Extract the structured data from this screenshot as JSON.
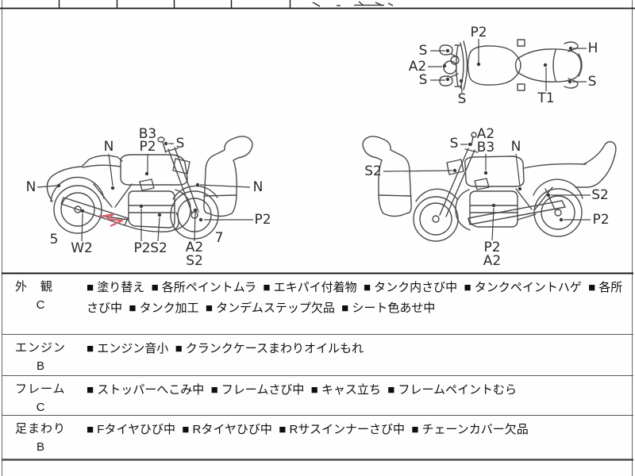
{
  "sheet": {
    "marker_note_color": "#d5606a",
    "line_art_color": "#4a4a4a"
  },
  "diagrams": {
    "top_view": {
      "labels": [
        "P2",
        "S",
        "A2",
        "S",
        "S",
        "H",
        "S",
        "T1"
      ]
    },
    "right_side_view": {
      "labels": [
        "B3",
        "P2",
        "N",
        "S",
        "N",
        "N",
        "5",
        "W2",
        "P2",
        "S2",
        "A2",
        "S2",
        "P2",
        "7"
      ]
    },
    "left_side_view": {
      "labels": [
        "S",
        "A2",
        "B3",
        "N",
        "S2",
        "S2",
        "P2",
        "P2",
        "A2"
      ]
    }
  },
  "inspection_table": {
    "rows": [
      {
        "section": "外　観",
        "grade": "C",
        "defects": [
          "塗り替え",
          "各所ペイントムラ",
          "エキパイ付着物",
          "タンク内さび中",
          "タンクペイントハゲ",
          "各所さび中",
          "タンク加工",
          "タンデムステップ欠品",
          "シート色あせ中"
        ]
      },
      {
        "section": "エンジン",
        "grade": "B",
        "defects": [
          "エンジン音小",
          "クランクケースまわりオイルもれ"
        ]
      },
      {
        "section": "フレーム",
        "grade": "C",
        "defects": [
          "ストッパーへこみ中",
          "フレームさび中",
          "キャス立ち",
          "フレームペイントむら"
        ]
      },
      {
        "section": "足まわり",
        "grade": "B",
        "defects": [
          "Fタイヤひび中",
          "Rタイヤひび中",
          "Rサスインナーさび中",
          "チェーンカバー欠品"
        ]
      }
    ]
  }
}
